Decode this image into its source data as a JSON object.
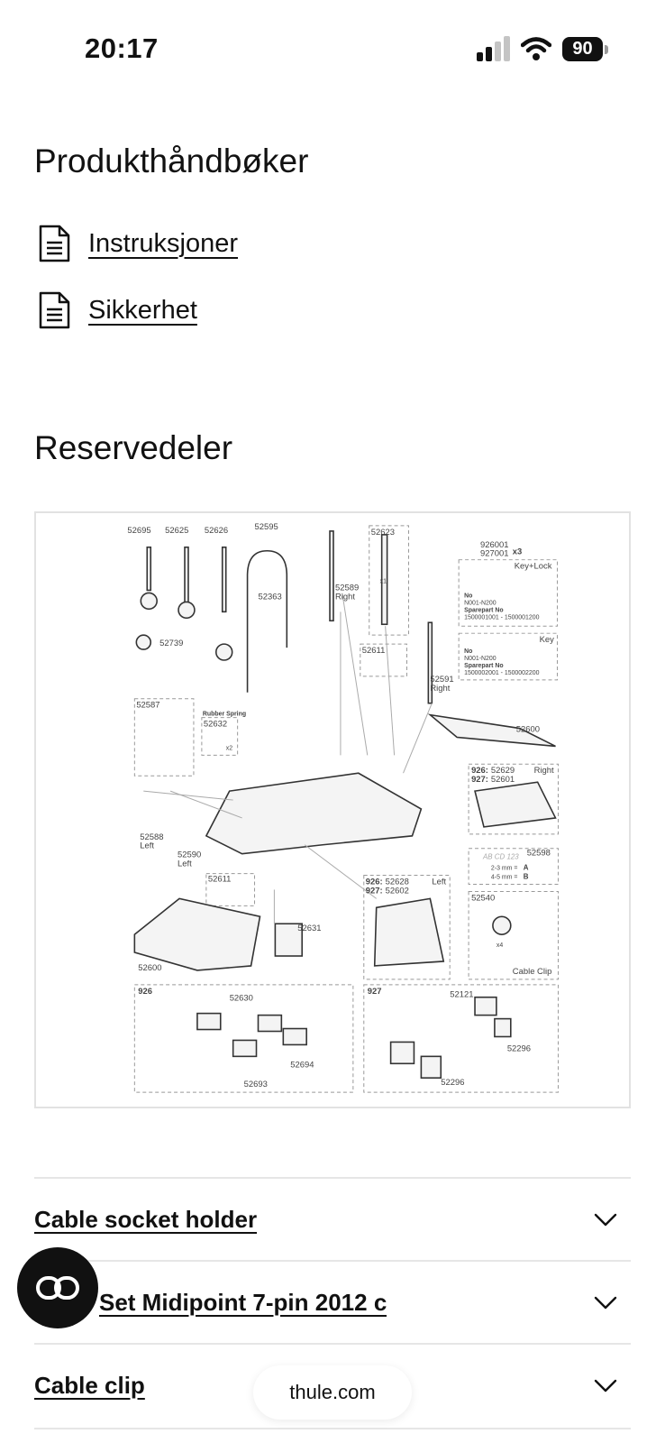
{
  "status_bar": {
    "time": "20:17",
    "battery": "90"
  },
  "manuals": {
    "title": "Produkthåndbøker",
    "links": [
      {
        "label": "Instruksjoner",
        "icon": "document-icon"
      },
      {
        "label": "Sikkerhet",
        "icon": "document-icon"
      }
    ]
  },
  "spare_parts": {
    "title": "Reservedeler",
    "diagram_labels": {
      "p52695": "52695",
      "p52625": "52625",
      "p52626": "52626",
      "p52595": "52595",
      "p52623": "52623",
      "p926001": "926001",
      "p927001": "927001",
      "x3": "x3",
      "key_lock": "Key+Lock",
      "p52363": "52363",
      "p52589": "52589",
      "right1": "Right",
      "p52739": "52739",
      "no1": "No",
      "n001a": "N001-N200",
      "spare1": "Sparepart No",
      "range1": "1500001001 - 1500001200",
      "key": "Key",
      "no2": "No",
      "n001b": "N001-N200",
      "spare2": "Sparepart No",
      "range2": "1500002001 - 1500002200",
      "p52611a": "52611",
      "p52591": "52591",
      "right2": "Right",
      "p52587": "52587",
      "rubber": "Rubber Spring",
      "p52632": "52632",
      "p52600a": "52600",
      "m926a": "926:",
      "p52629": "52629",
      "right3": "Right",
      "m927a": "927:",
      "p52601": "52601",
      "p52588": "52588",
      "left1": "Left",
      "p52590": "52590",
      "left2": "Left",
      "p52598": "52598",
      "mm23": "2-3 mm =",
      "mm45": "4-5 mm =",
      "p52611b": "52611",
      "m926b": "926:",
      "p52628": "52628",
      "left3": "Left",
      "m927b": "927:",
      "p52602": "52602",
      "p52540": "52540",
      "p52631": "52631",
      "p52600b": "52600",
      "cable_clip": "Cable Clip",
      "m926c": "926",
      "p52630": "52630",
      "p52694": "52694",
      "p52693": "52693",
      "m927c": "927",
      "p52121": "52121",
      "p52296a": "52296",
      "p52296b": "52296",
      "x1": "x1",
      "x2": "x2",
      "x4": "x4",
      "plate": "AB CD 123",
      "a": "A",
      "b": "B"
    },
    "items": [
      {
        "label": "Cable socket holder"
      },
      {
        "label": "Set Midipoint 7-pin 2012 c"
      },
      {
        "label": "Cable clip"
      }
    ]
  },
  "footer": {
    "url": "thule.com"
  }
}
